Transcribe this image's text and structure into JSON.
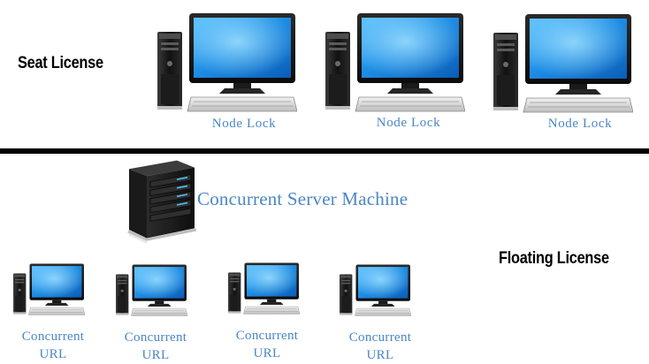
{
  "colors": {
    "caption": "#4a86c6",
    "divider": "#000000",
    "screen": "#1f8fe6"
  },
  "seat_section": {
    "title": "Seat License",
    "nodes": [
      {
        "label": "Node Lock",
        "icon": "desktop-computer-icon"
      },
      {
        "label": "Node Lock",
        "icon": "desktop-computer-icon"
      },
      {
        "label": "Node Lock",
        "icon": "desktop-computer-icon"
      }
    ]
  },
  "floating_section": {
    "title": "Floating License",
    "server": {
      "label": "Concurrent Server Machine",
      "icon": "server-icon"
    },
    "clients": [
      {
        "line1": "Concurrent",
        "line2": "URL",
        "icon": "desktop-computer-icon"
      },
      {
        "line1": "Concurrent",
        "line2": "URL",
        "icon": "desktop-computer-icon"
      },
      {
        "line1": "Concurrent",
        "line2": "URL",
        "icon": "desktop-computer-icon"
      },
      {
        "line1": "Concurrent",
        "line2": "URL",
        "icon": "desktop-computer-icon"
      }
    ]
  }
}
